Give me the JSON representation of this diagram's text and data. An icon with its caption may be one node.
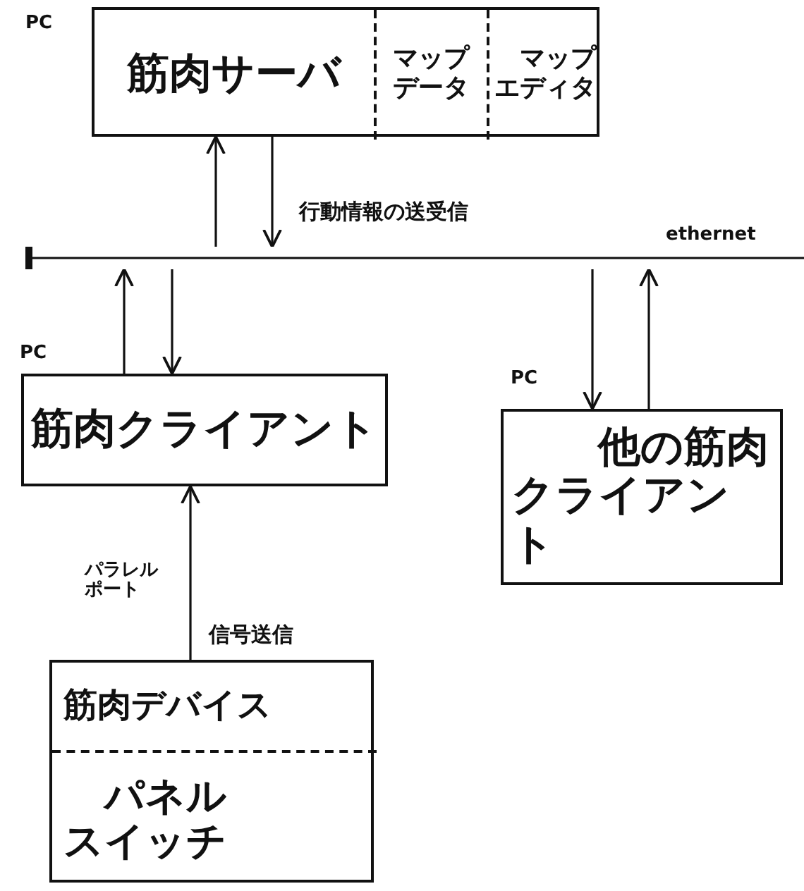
{
  "diagram": {
    "nodes": [
      {
        "text": [],
        "shape": "box",
        "beside": [
          "PC"
        ]
      },
      {
        "text": [
          "筋肉サーバ"
        ],
        "in": 0
      },
      {
        "text": [
          "マップデータ"
        ],
        "in": 0
      },
      {
        "text": [
          "マップエディタ"
        ],
        "in": 0
      },
      {
        "text": [],
        "shape": "bar",
        "beside": [
          "ethernet"
        ]
      },
      {
        "text": [
          "筋肉クライアント"
        ],
        "beside": [
          "PC"
        ]
      },
      {
        "text": [
          "他の筋肉クライアント"
        ],
        "beside": [
          "PC"
        ]
      },
      {
        "text": [],
        "shape": "box"
      },
      {
        "text": [
          "筋肉デバイス"
        ],
        "in": 7
      },
      {
        "text": [
          "パネルスイッチ"
        ],
        "in": 7
      }
    ],
    "edges": [
      {
        "from": 4,
        "to": 0,
        "arrow": "to"
      },
      {
        "from": 0,
        "to": 4,
        "arrow": "to",
        "label": "行動情報の送受信"
      },
      {
        "from": 5,
        "to": 4,
        "arrow": "to"
      },
      {
        "from": 4,
        "to": 5,
        "arrow": "to"
      },
      {
        "from": 4,
        "to": 6,
        "arrow": "to"
      },
      {
        "from": 6,
        "to": 4,
        "arrow": "to"
      },
      {
        "from": 7,
        "to": 5,
        "arrow": "to",
        "label": "信号送信"
      }
    ],
    "labels": [
      "パラレルポート"
    ]
  }
}
